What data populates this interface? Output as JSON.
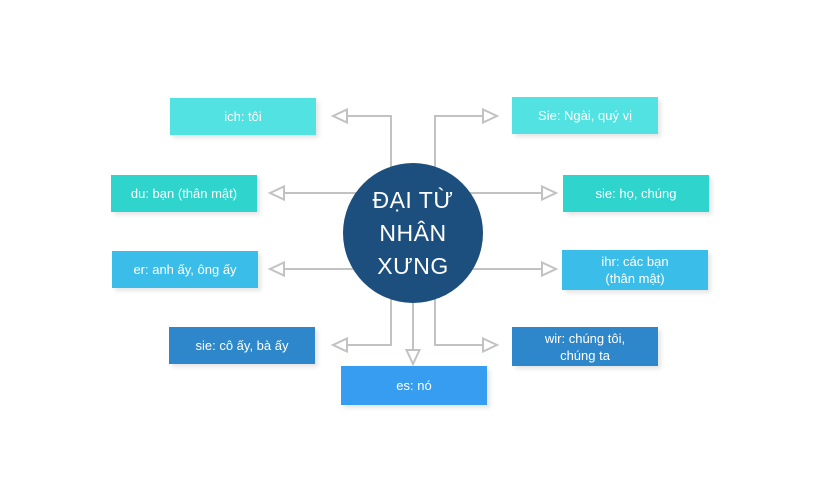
{
  "diagram": {
    "center": {
      "line1": "ĐẠI TỪ",
      "line2": "NHÂN XƯNG",
      "color": "#1D4F7E",
      "text_color": "#FFFFFF"
    },
    "nodes": [
      {
        "id": "ich",
        "label": "ich: tôi",
        "color": "#52E2E2"
      },
      {
        "id": "Sie",
        "label": "Sie: Ngài, quý vị",
        "color": "#52E2E2"
      },
      {
        "id": "du",
        "label": "du: bạn (thân mật)",
        "color": "#2FD4CD"
      },
      {
        "id": "sie-they",
        "label": "sie: họ, chúng",
        "color": "#2FD4CD"
      },
      {
        "id": "er",
        "label": "er: anh ấy, ông ấy",
        "color": "#3ABDE8"
      },
      {
        "id": "ihr",
        "line1": "ihr: các bạn",
        "line2": "(thân mật)",
        "color": "#3ABDE8"
      },
      {
        "id": "sie-she",
        "label": "sie: cô ấy, bà ấy",
        "color": "#2E87CA"
      },
      {
        "id": "wir",
        "line1": "wir: chúng tôi,",
        "line2": "chúng ta",
        "color": "#2E87CA"
      },
      {
        "id": "es",
        "label": "es: nó",
        "color": "#379DF1"
      }
    ],
    "connector_color": "#C2C2C2",
    "background_color": "#FFFFFF"
  }
}
